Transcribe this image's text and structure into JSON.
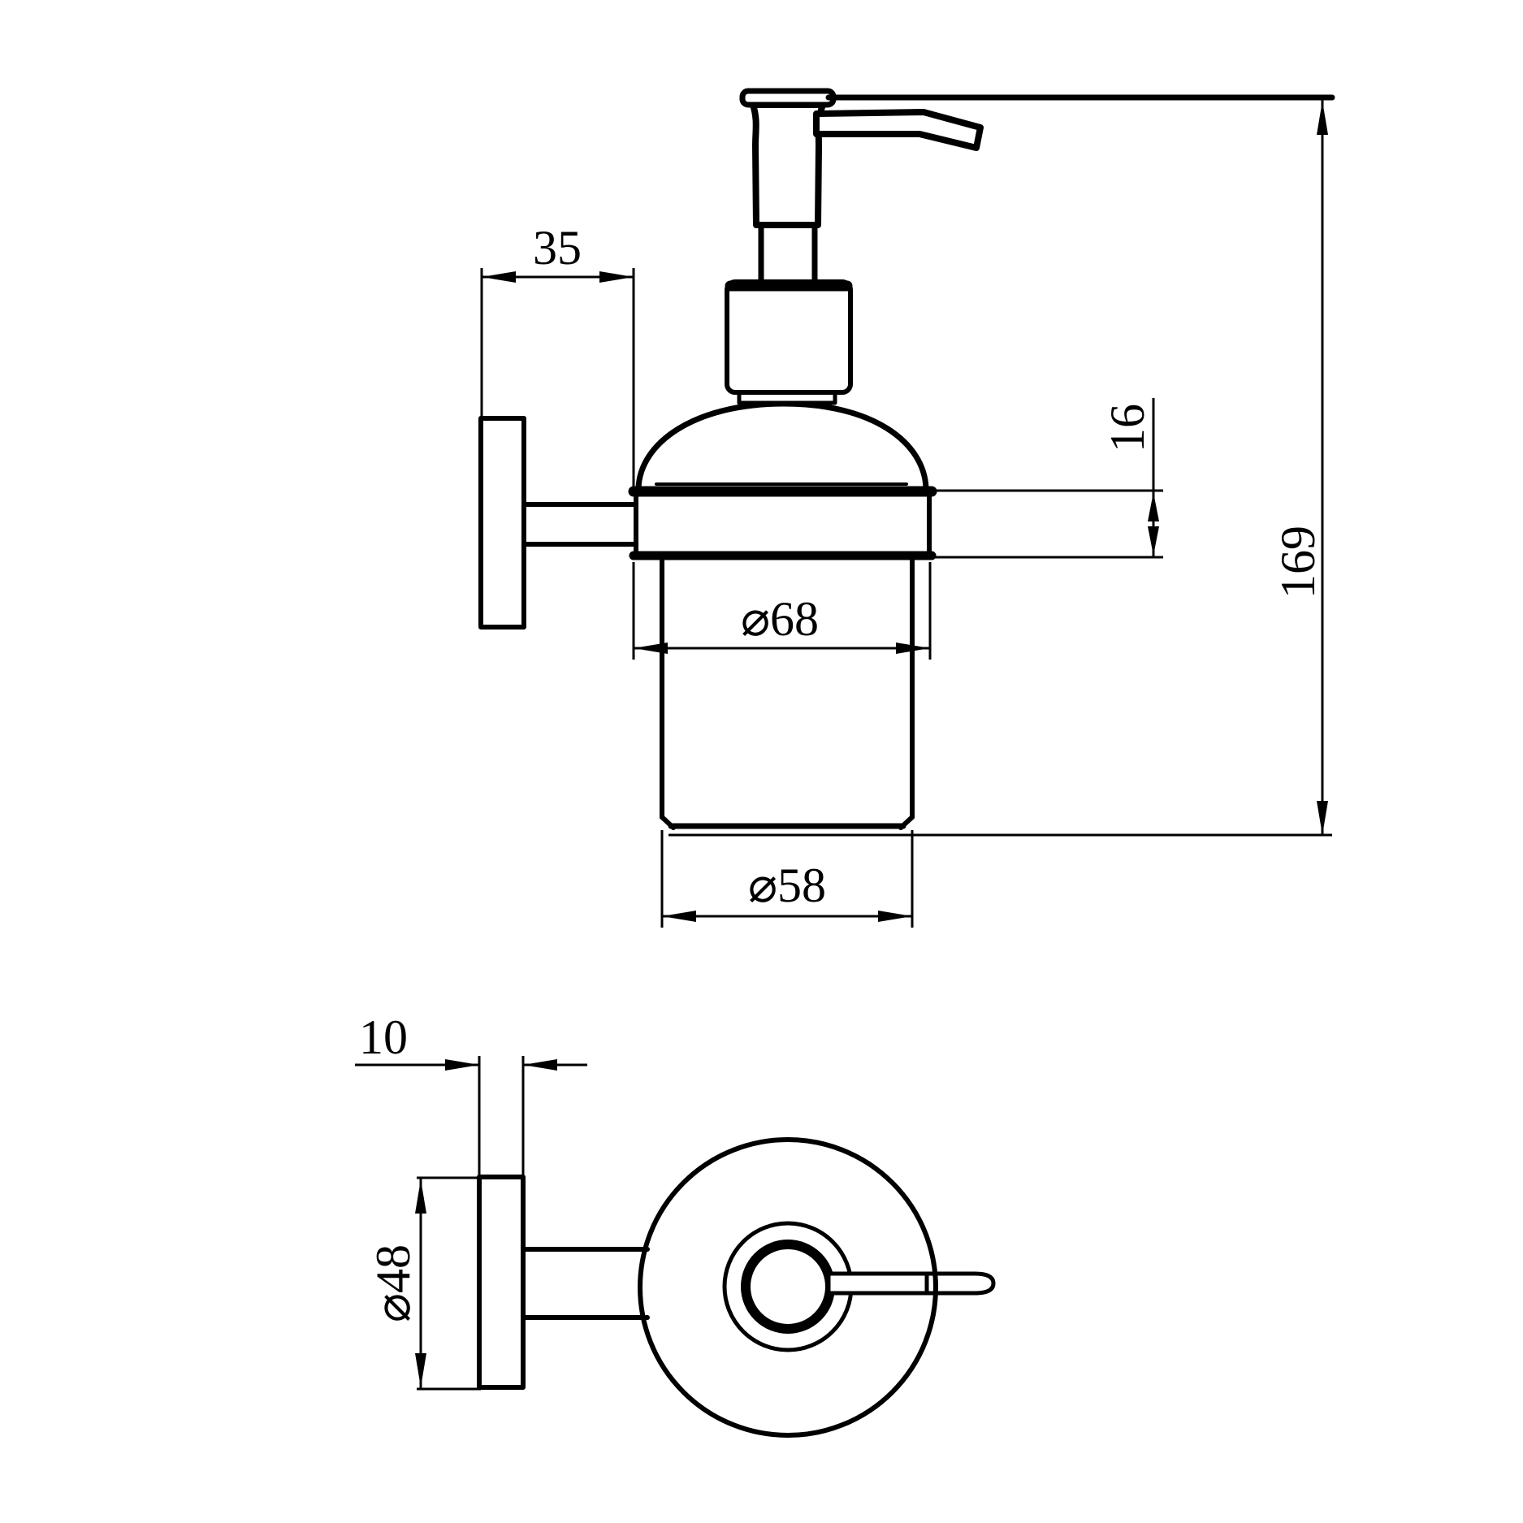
{
  "drawing": {
    "description": "Two-view dimensioned technical drawing of a wall-mounted soap dispenser (side elevation and top view)",
    "colors": {
      "ink": "#000000",
      "paper": "#ffffff"
    },
    "side_view": {
      "name": "side elevation",
      "dimensions": {
        "wall_offset": {
          "label": "35",
          "value": 35,
          "orientation": "horizontal"
        },
        "holder_ring_height": {
          "label": "16",
          "value": 16,
          "orientation": "vertical"
        },
        "overall_height": {
          "label": "169",
          "value": 169,
          "orientation": "vertical"
        },
        "holder_outer_diameter": {
          "label": "⌀68",
          "value": 68,
          "orientation": "horizontal"
        },
        "bottle_diameter": {
          "label": "⌀58",
          "value": 58,
          "orientation": "horizontal"
        }
      }
    },
    "top_view": {
      "name": "top view",
      "dimensions": {
        "plate_thickness": {
          "label": "10",
          "value": 10,
          "orientation": "horizontal"
        },
        "plate_diameter": {
          "label": "⌀48",
          "value": 48,
          "orientation": "vertical"
        }
      }
    }
  }
}
